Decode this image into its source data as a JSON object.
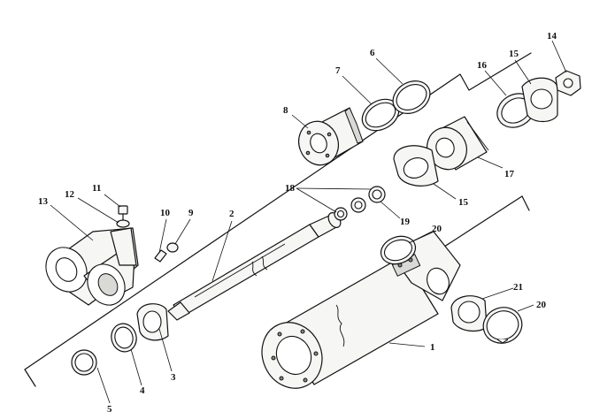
{
  "callouts": {
    "c1": "1",
    "c2": "2",
    "c3": "3",
    "c4": "4",
    "c5": "5",
    "c6": "6",
    "c7": "7",
    "c8": "8",
    "c9": "9",
    "c10": "10",
    "c11": "11",
    "c12": "12",
    "c13": "13",
    "c14": "14",
    "c15a": "15",
    "c15b": "15",
    "c16": "16",
    "c17": "17",
    "c18": "18",
    "c19": "19",
    "c20a": "20",
    "c20b": "20",
    "c21": "21"
  }
}
